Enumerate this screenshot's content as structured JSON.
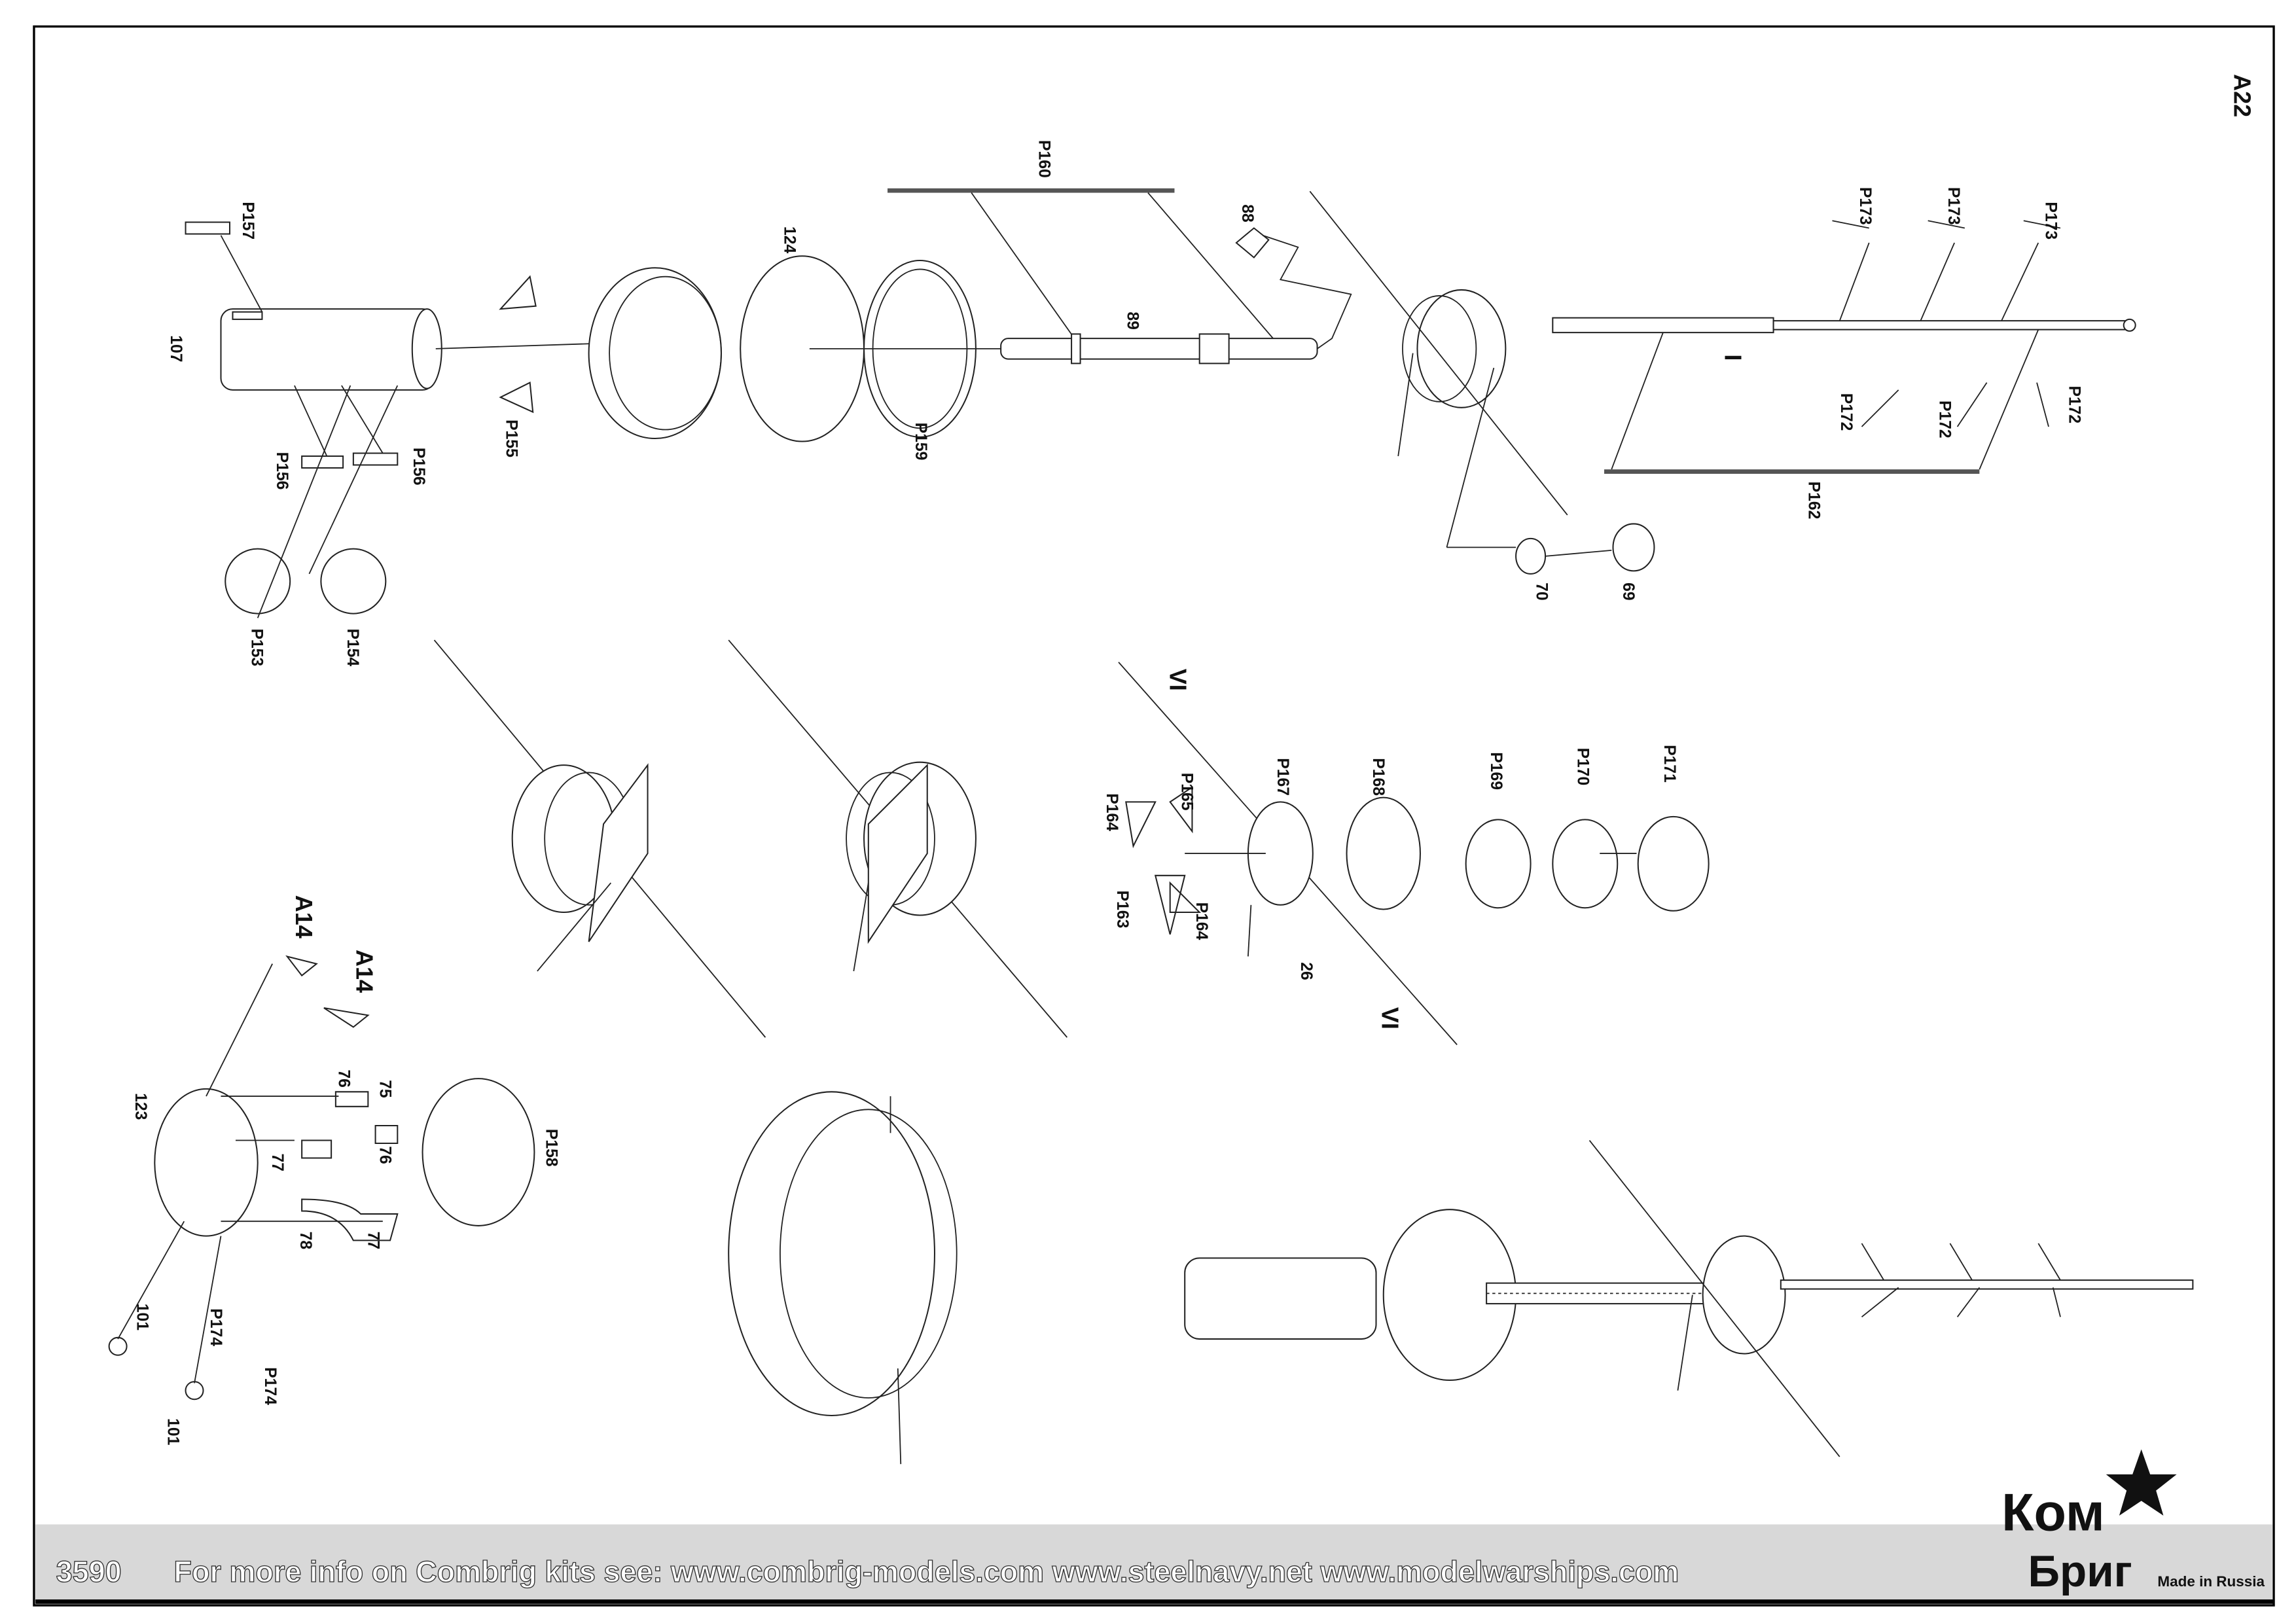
{
  "sheet": {
    "page_id": "A22",
    "kit_number": "3590",
    "footer_text": "For more info on Combrig kits see: www.combrig-models.com www.steelnavy.net  www.modelwarships.com",
    "logo": {
      "line1": "Ком",
      "line2": "Бриг",
      "tagline": "Made in Russia"
    },
    "colors": {
      "line": "#222222",
      "footer_band": "#d8d8d8",
      "border": "#000000"
    }
  },
  "labels": {
    "p160": "P160",
    "p157": "P157",
    "n107": "107",
    "n124": "124",
    "n89": "89",
    "n88": "88",
    "p173a": "P173",
    "p173b": "P173",
    "p173c": "P173",
    "view_i": "I",
    "p172a": "P172",
    "p172b": "P172",
    "p172c": "P172",
    "p162": "P162",
    "p155": "P155",
    "p156a": "P156",
    "p156b": "P156",
    "p159": "P159",
    "n70": "70",
    "n69": "69",
    "p153": "P153",
    "p154": "P154",
    "view_vi_a": "VI",
    "view_vi_b": "VI",
    "p167": "P167",
    "p168": "P168",
    "p169": "P169",
    "p170": "P170",
    "p171": "P171",
    "p165": "P165",
    "p164a": "P164",
    "p163": "P163",
    "p164b": "P164",
    "n26": "26",
    "a14a": "A14",
    "a14b": "A14",
    "n75": "75",
    "n76a": "76",
    "n123": "123",
    "n77a": "77",
    "n76b": "76",
    "p158": "P158",
    "n78": "78",
    "n77b": "77",
    "n101a": "101",
    "p174a": "P174",
    "p174b": "P174",
    "n101b": "101"
  }
}
